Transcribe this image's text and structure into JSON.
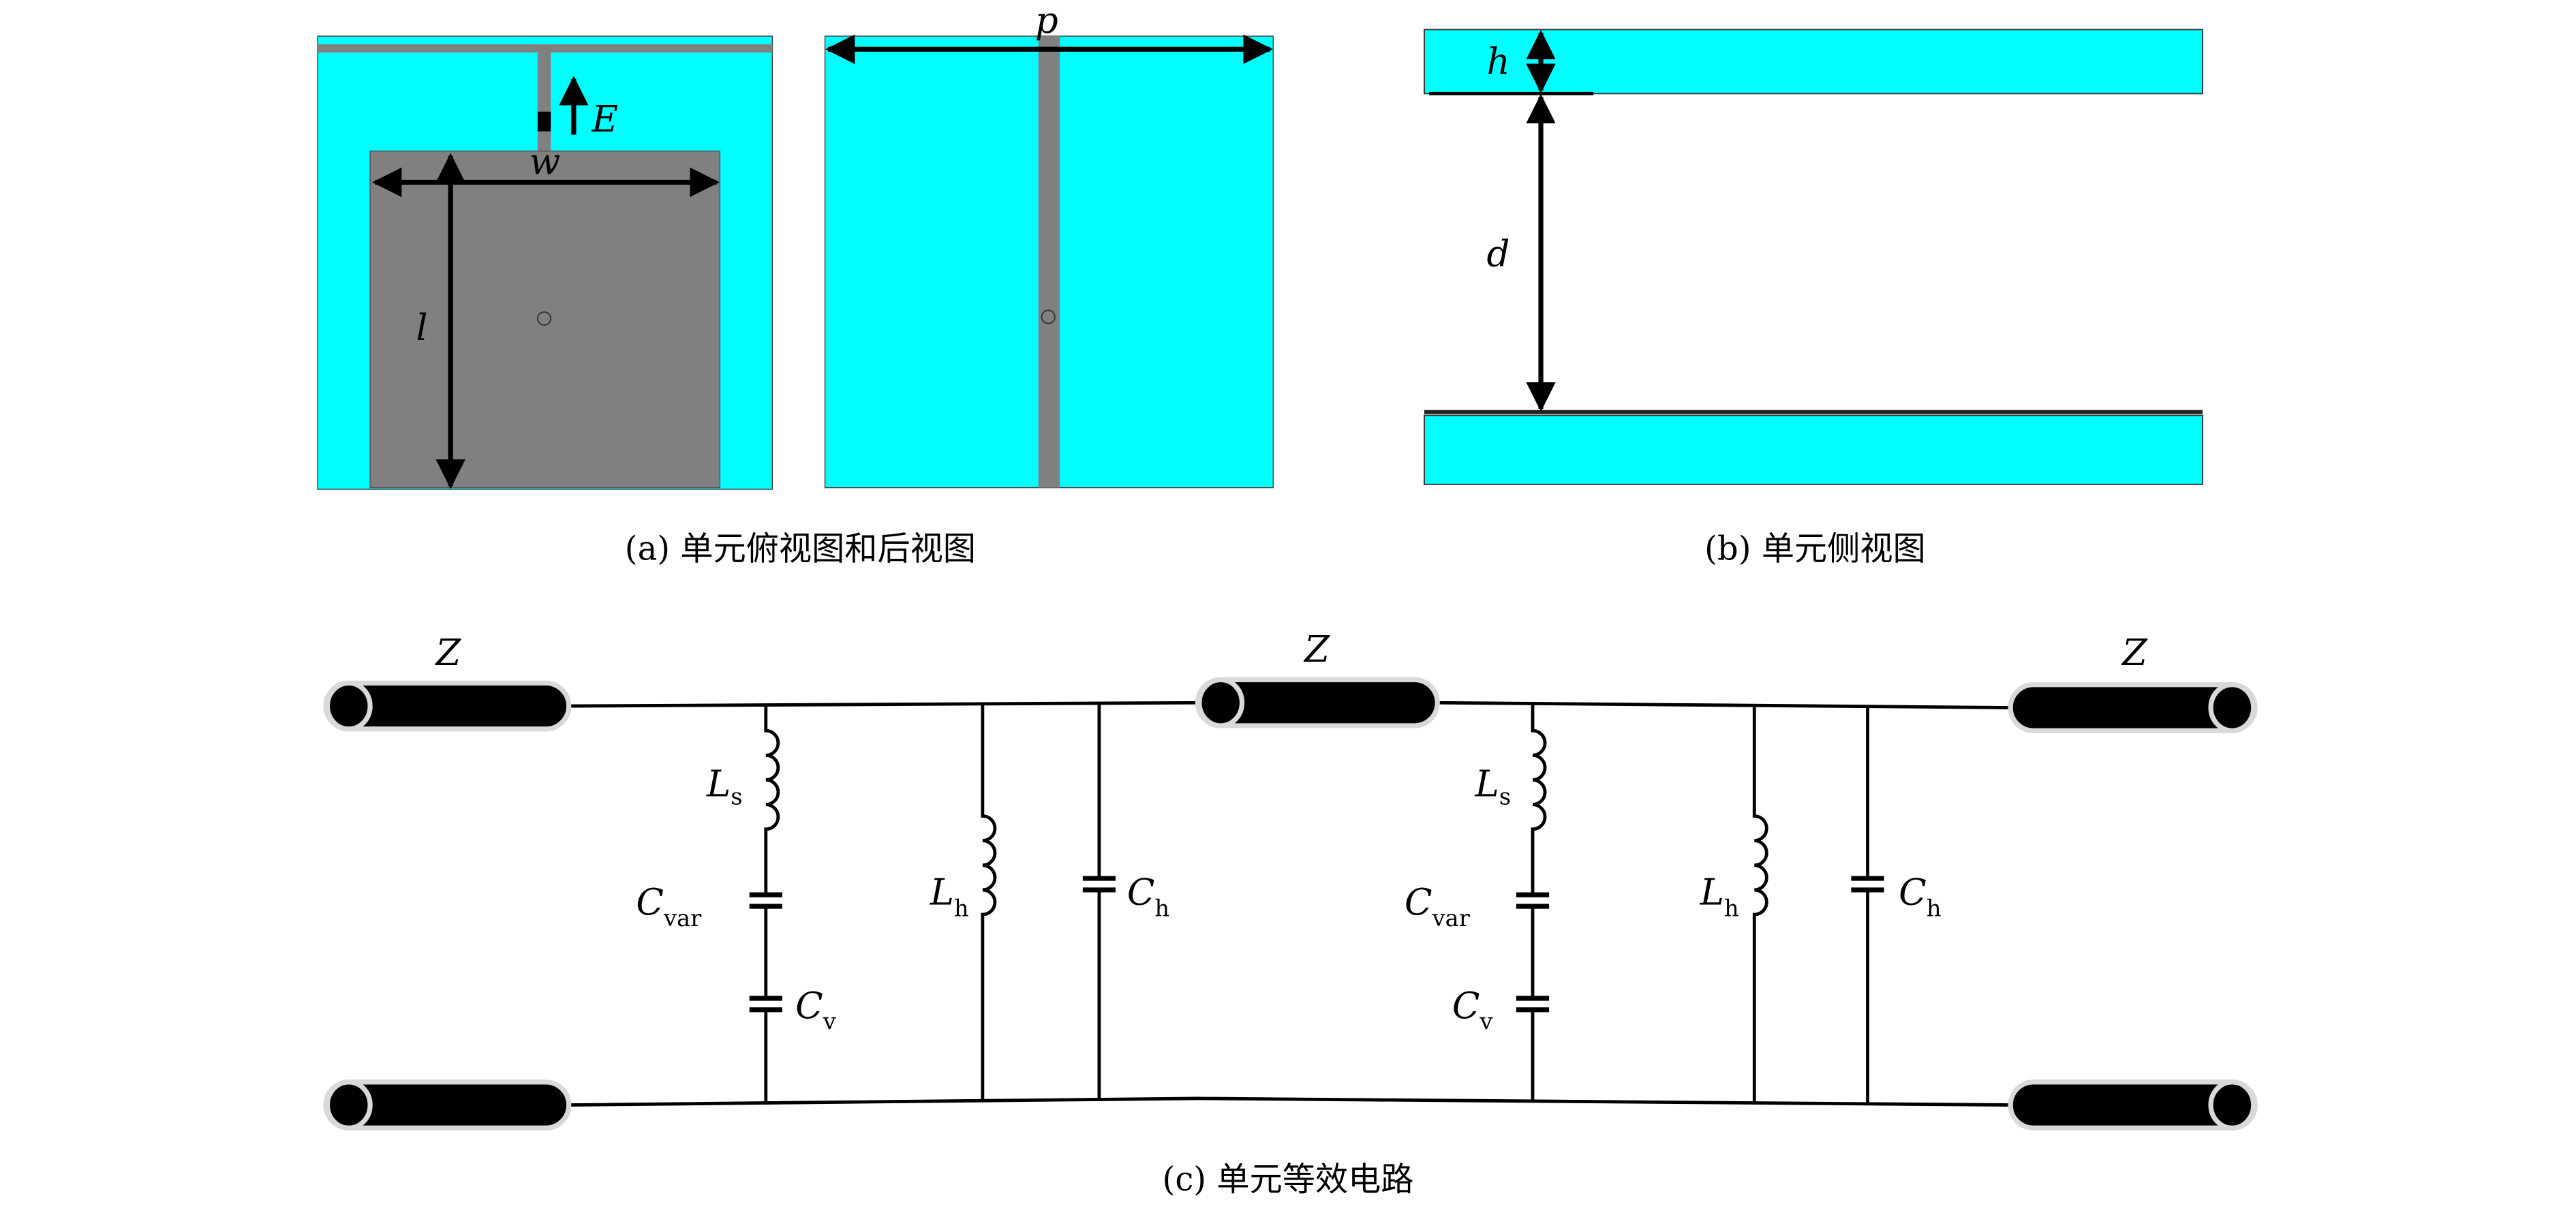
{
  "panel_a": {
    "caption": "(a) 单元俯视图和后视图",
    "labels": {
      "E": "E",
      "w": "w",
      "l": "l",
      "p": "p"
    }
  },
  "panel_b": {
    "caption": "(b) 单元侧视图",
    "labels": {
      "h": "h",
      "d": "d"
    }
  },
  "panel_c": {
    "caption": "(c) 单元等效电路",
    "labels": {
      "Z": "Z",
      "L": "L",
      "C": "C",
      "s": "s",
      "h": "h",
      "var": "var",
      "v": "v"
    }
  },
  "colors": {
    "substrate": "#00ffff",
    "metal": "#808080",
    "coax": "#000000",
    "coax_rim": "#d9d9d9"
  }
}
